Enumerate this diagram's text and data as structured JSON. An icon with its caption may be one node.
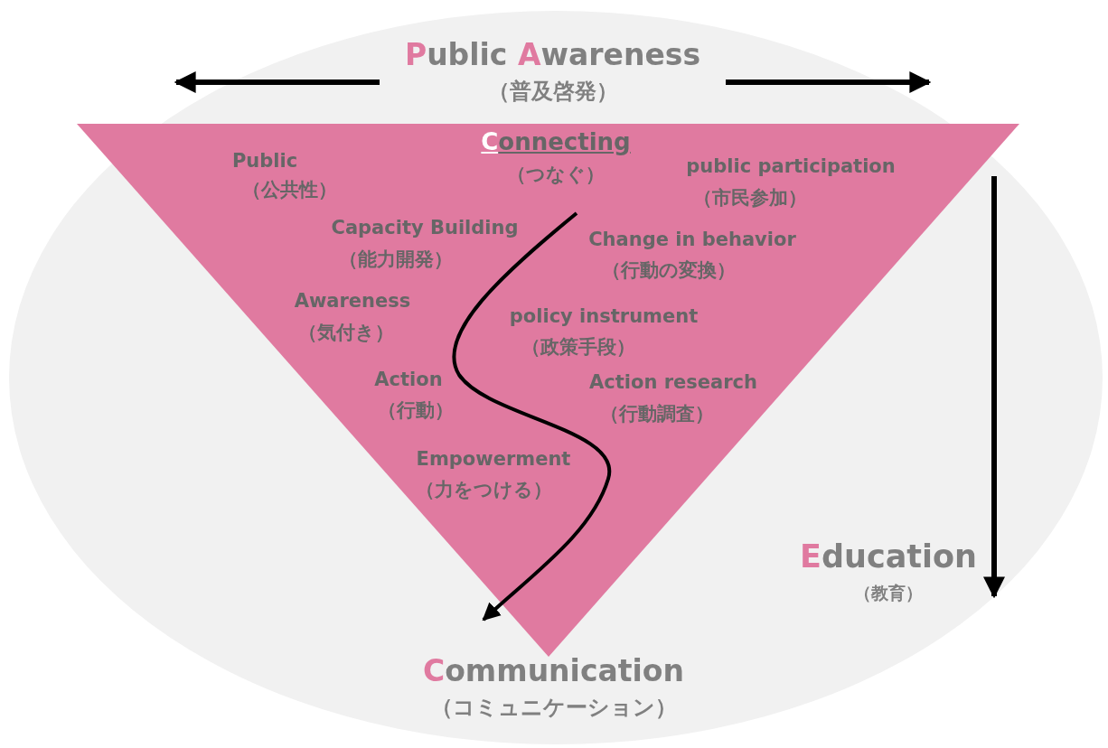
{
  "diagram": {
    "nodes": [
      {
        "text": [
          "Education",
          "（教育）"
        ]
      },
      {
        "text": [
          "Public Awareness",
          "（普及啓発）"
        ],
        "in": 0
      },
      {
        "text": [
          "Public",
          "（公共性）",
          "Capacity Building",
          "（能力開発）",
          "Awareness",
          "（気付き）",
          "Action",
          "（行動）",
          "Empowerment",
          "（力をつける）",
          "public participation",
          "（市民参加）",
          "Change in behavior",
          "（行動の変換）",
          "policy instrument",
          "（政策手段）",
          "Action research",
          "（行動調査）"
        ],
        "in": 0
      },
      {
        "text": [
          "Connecting",
          "（つなぐ）"
        ],
        "in": 2
      },
      {
        "text": [
          "Communication",
          "（コミュニケーション）"
        ],
        "in": 0
      }
    ],
    "edges": [
      {
        "from": 3,
        "to": 4,
        "arrow": "to"
      },
      {
        "from": 1,
        "to": null,
        "arrow": "to"
      },
      {
        "from": 1,
        "to": null,
        "arrow": "to"
      }
    ]
  }
}
